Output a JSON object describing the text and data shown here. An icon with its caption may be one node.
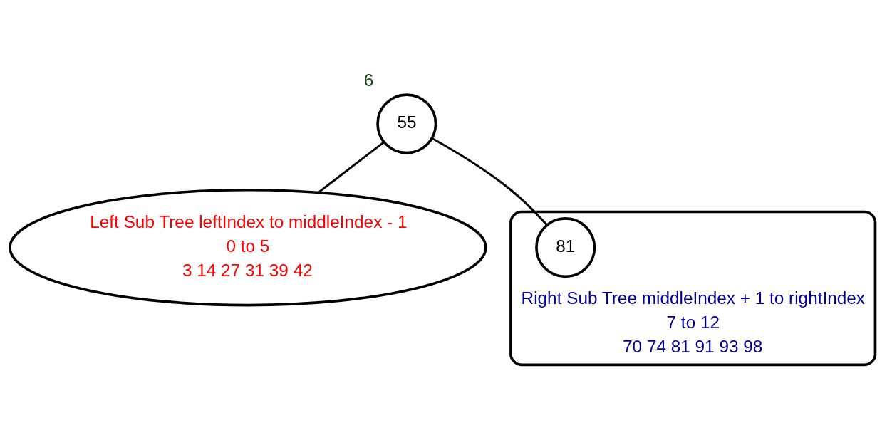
{
  "diagram": {
    "nodes": [
      {
        "text": [
          "55"
        ],
        "beside": [
          "6"
        ]
      },
      {
        "text": [
          "Left Sub Tree leftIndex to middleIndex - 1",
          "0 to 5",
          "3 14 27 31 39 42"
        ]
      },
      {
        "text": [
          "Right Sub Tree middleIndex + 1 to rightIndex",
          "7 to 12",
          "70 74 81 91 93 98"
        ]
      },
      {
        "text": [
          "81"
        ],
        "in": 2
      }
    ],
    "edges": [
      {
        "from": 0,
        "to": 1,
        "arrow": "none"
      },
      {
        "from": 0,
        "to": 3,
        "arrow": "none"
      }
    ]
  }
}
